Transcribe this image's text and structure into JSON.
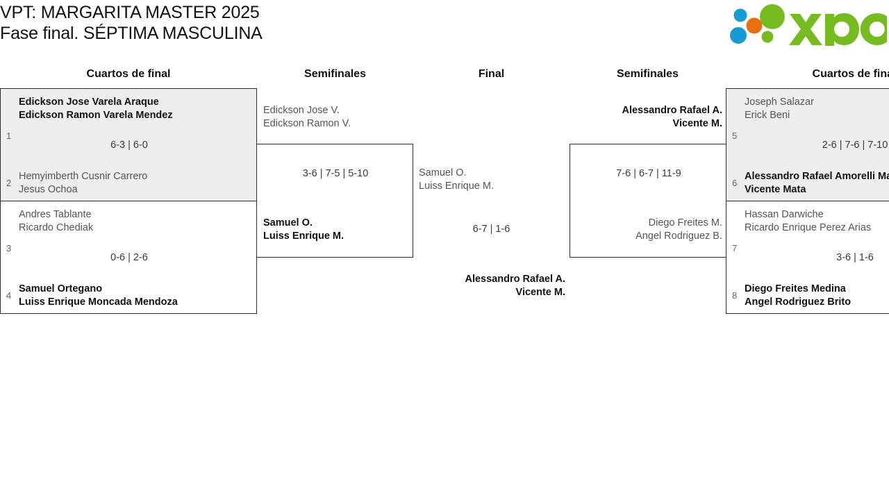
{
  "header": {
    "title_line1": "VPT: MARGARITA MASTER 2025",
    "title_line2": "Fase final. SÉPTIMA MASCULINA",
    "logo_text": "xporty",
    "logo_colors": {
      "green": "#76bc21",
      "orange": "#e8700f",
      "blue": "#169bd7"
    }
  },
  "columns": {
    "qf_left": "Cuartos de final",
    "sf_left": "Semifinales",
    "final": "Final",
    "sf_right": "Semifinales",
    "qf_right": "Cuartos de final"
  },
  "bracket": {
    "qf_left": [
      {
        "seed_top": "1",
        "top_p1": "Edickson Jose Varela Araque",
        "top_p2": "Edickson Ramon Varela Mendez",
        "top_winner": true,
        "score": "6-3 | 6-0",
        "seed_bottom": "2",
        "bottom_p1": "Hemyimberth Cusnir Carrero",
        "bottom_p2": "Jesus Ochoa",
        "bottom_winner": false,
        "shaded": true
      },
      {
        "seed_top": "3",
        "top_p1": "Andres Tablante",
        "top_p2": "Ricardo Chediak",
        "top_winner": false,
        "score": "0-6 | 2-6",
        "seed_bottom": "4",
        "bottom_p1": "Samuel Ortegano",
        "bottom_p2": "Luiss Enrique Moncada Mendoza",
        "bottom_winner": true,
        "shaded": false
      }
    ],
    "sf_left": {
      "top_p1": "Edickson Jose V.",
      "top_p2": "Edickson Ramon V.",
      "top_winner": false,
      "score": "3-6 | 7-5 | 5-10",
      "bottom_p1": "Samuel O.",
      "bottom_p2": "Luiss Enrique M.",
      "bottom_winner": true
    },
    "final": {
      "top_p1": "Samuel O.",
      "top_p2": "Luiss Enrique M.",
      "top_winner": false,
      "score": "6-7 | 1-6",
      "bottom_p1": "Alessandro Rafael A.",
      "bottom_p2": "Vicente M.",
      "bottom_winner": true
    },
    "sf_right": {
      "top_p1": "Alessandro Rafael A.",
      "top_p2": "Vicente M.",
      "top_winner": true,
      "score": "7-6 | 6-7 | 11-9",
      "bottom_p1": "Diego Freites M.",
      "bottom_p2": "Angel Rodriguez B.",
      "bottom_winner": false
    },
    "qf_right": [
      {
        "seed_top": "5",
        "top_p1": "Joseph Salazar",
        "top_p2": "Erick Beni",
        "top_winner": false,
        "score": "2-6 | 7-6 | 7-10",
        "seed_bottom": "6",
        "bottom_p1": "Alessandro Rafael Amorelli Mata",
        "bottom_p2": "Vicente Mata",
        "bottom_winner": true,
        "shaded": true
      },
      {
        "seed_top": "7",
        "top_p1": "Hassan Darwiche",
        "top_p2": "Ricardo Enrique Perez Arias",
        "top_winner": false,
        "score": "3-6 | 1-6",
        "seed_bottom": "8",
        "bottom_p1": "Diego Freites Medina",
        "bottom_p2": "Angel Rodriguez Brito",
        "bottom_winner": true,
        "shaded": false
      }
    ]
  }
}
